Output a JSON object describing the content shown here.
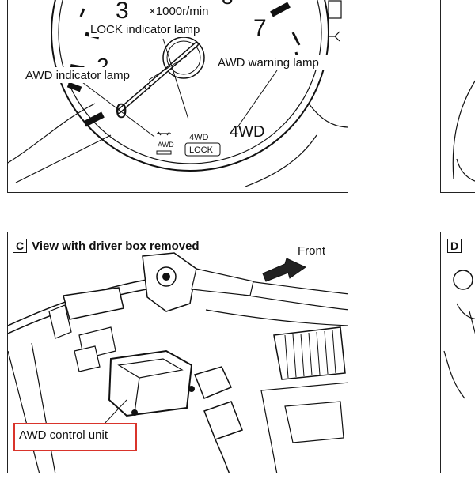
{
  "panel_a": {
    "dial_number_3": "3",
    "dial_number_2": "2",
    "dial_number_7": "7",
    "dial_number_0": "0",
    "dial_number_8": "8",
    "unit_label": "×1000r/min",
    "lock_indicator_label": "LOCK indicator lamp",
    "awd_indicator_label": "AWD indicator lamp",
    "awd_warning_label": "AWD warning lamp",
    "badge_4wd": "4WD",
    "badge_lock": "LOCK",
    "big_4wd": "4WD",
    "icon_awd_text": "AWD"
  },
  "panel_c": {
    "letter": "C",
    "title": "View with driver box removed",
    "front_label": "Front",
    "awd_control_unit_label": "AWD control unit",
    "highlight_color": "#d9342b"
  },
  "panel_d": {
    "letter": "D"
  }
}
